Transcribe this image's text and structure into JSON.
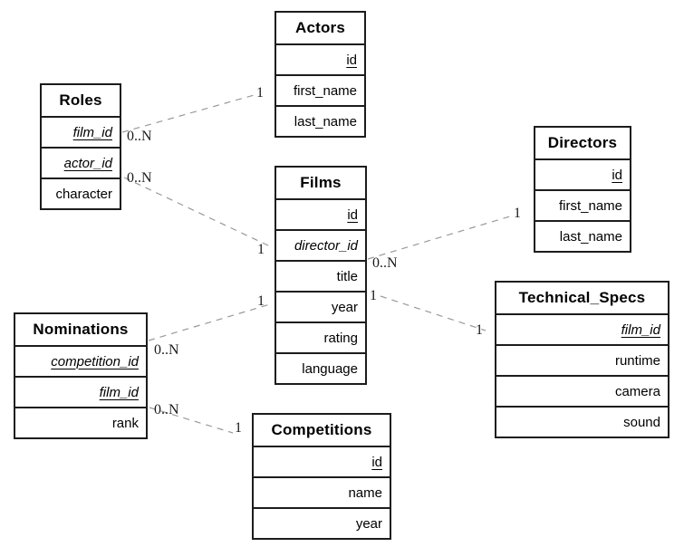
{
  "diagram": {
    "type": "entity-relationship",
    "tables": [
      {
        "name": "Actors",
        "fields": [
          {
            "text": "id",
            "key": "primary"
          },
          {
            "text": "first_name",
            "key": "none"
          },
          {
            "text": "last_name",
            "key": "none"
          }
        ]
      },
      {
        "name": "Roles",
        "fields": [
          {
            "text": "film_id",
            "key": "primary-foreign"
          },
          {
            "text": "actor_id",
            "key": "primary-foreign"
          },
          {
            "text": "character",
            "key": "none"
          }
        ]
      },
      {
        "name": "Films",
        "fields": [
          {
            "text": "id",
            "key": "primary"
          },
          {
            "text": "director_id",
            "key": "foreign"
          },
          {
            "text": "title",
            "key": "none"
          },
          {
            "text": "year",
            "key": "none"
          },
          {
            "text": "rating",
            "key": "none"
          },
          {
            "text": "language",
            "key": "none"
          }
        ]
      },
      {
        "name": "Directors",
        "fields": [
          {
            "text": "id",
            "key": "primary"
          },
          {
            "text": "first_name",
            "key": "none"
          },
          {
            "text": "last_name",
            "key": "none"
          }
        ]
      },
      {
        "name": "Nominations",
        "fields": [
          {
            "text": "competition_id",
            "key": "primary-foreign"
          },
          {
            "text": "film_id",
            "key": "primary-foreign"
          },
          {
            "text": "rank",
            "key": "none"
          }
        ]
      },
      {
        "name": "Technical_Specs",
        "fields": [
          {
            "text": "film_id",
            "key": "primary-foreign"
          },
          {
            "text": "runtime",
            "key": "none"
          },
          {
            "text": "camera",
            "key": "none"
          },
          {
            "text": "sound",
            "key": "none"
          }
        ]
      },
      {
        "name": "Competitions",
        "fields": [
          {
            "text": "id",
            "key": "primary"
          },
          {
            "text": "name",
            "key": "none"
          },
          {
            "text": "year",
            "key": "none"
          }
        ]
      }
    ],
    "relationships": [
      {
        "from": "Roles",
        "to": "Actors",
        "from_cardinality": "0..N",
        "to_cardinality": "1"
      },
      {
        "from": "Roles",
        "to": "Films",
        "from_cardinality": "0..N",
        "to_cardinality": "1"
      },
      {
        "from": "Films",
        "to": "Directors",
        "from_cardinality": "0..N",
        "to_cardinality": "1"
      },
      {
        "from": "Nominations",
        "to": "Films",
        "from_cardinality": "0..N",
        "to_cardinality": "1"
      },
      {
        "from": "Films",
        "to": "Technical_Specs",
        "from_cardinality": "1",
        "to_cardinality": "1"
      },
      {
        "from": "Nominations",
        "to": "Competitions",
        "from_cardinality": "0..N",
        "to_cardinality": "1"
      }
    ],
    "colors": {
      "line": "#999999",
      "border": "#1c1c1c",
      "text": "#000000",
      "background": "#ffffff"
    }
  }
}
